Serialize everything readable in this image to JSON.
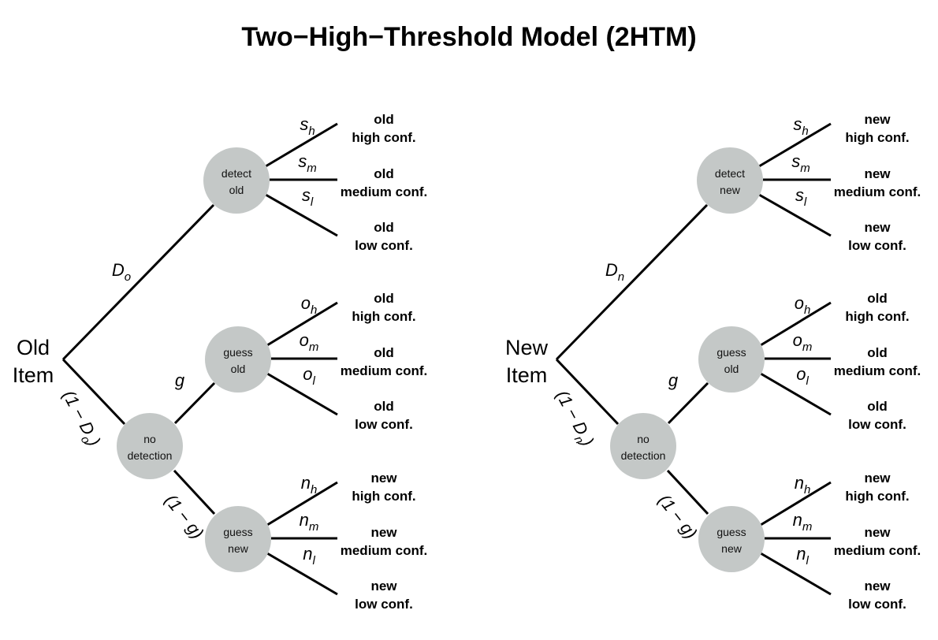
{
  "title": "Two−High−Threshold Model (2HTM)",
  "node_color": "#c4c8c7",
  "trees": [
    {
      "root_label": [
        "Old",
        "Item"
      ],
      "detect_node": [
        "detect",
        "old"
      ],
      "no_detect_node": [
        "no",
        "detection"
      ],
      "guess_old_node": [
        "guess",
        "old"
      ],
      "guess_new_node": [
        "guess",
        "new"
      ],
      "params": {
        "D": {
          "base": "D",
          "sub": "o"
        },
        "one_minus_D": {
          "prefix": "(1 − D",
          "sub": "o",
          "suffix": ")"
        },
        "g": "g",
        "one_minus_g": "(1 − g)",
        "detect_branches": [
          {
            "base": "s",
            "sub": "h"
          },
          {
            "base": "s",
            "sub": "m"
          },
          {
            "base": "s",
            "sub": "l"
          }
        ],
        "guess_old_branches": [
          {
            "base": "o",
            "sub": "h"
          },
          {
            "base": "o",
            "sub": "m"
          },
          {
            "base": "o",
            "sub": "l"
          }
        ],
        "guess_new_branches": [
          {
            "base": "n",
            "sub": "h"
          },
          {
            "base": "n",
            "sub": "m"
          },
          {
            "base": "n",
            "sub": "l"
          }
        ]
      },
      "outcomes": {
        "detect": [
          [
            "old",
            "high conf."
          ],
          [
            "old",
            "medium conf."
          ],
          [
            "old",
            "low conf."
          ]
        ],
        "guess_old": [
          [
            "old",
            "high conf."
          ],
          [
            "old",
            "medium conf."
          ],
          [
            "old",
            "low conf."
          ]
        ],
        "guess_new": [
          [
            "new",
            "high conf."
          ],
          [
            "new",
            "medium conf."
          ],
          [
            "new",
            "low conf."
          ]
        ]
      }
    },
    {
      "root_label": [
        "New",
        "Item"
      ],
      "detect_node": [
        "detect",
        "new"
      ],
      "no_detect_node": [
        "no",
        "detection"
      ],
      "guess_old_node": [
        "guess",
        "old"
      ],
      "guess_new_node": [
        "guess",
        "new"
      ],
      "params": {
        "D": {
          "base": "D",
          "sub": "n"
        },
        "one_minus_D": {
          "prefix": "(1 − D",
          "sub": "n",
          "suffix": ")"
        },
        "g": "g",
        "one_minus_g": "(1 − g)",
        "detect_branches": [
          {
            "base": "s",
            "sub": "h"
          },
          {
            "base": "s",
            "sub": "m"
          },
          {
            "base": "s",
            "sub": "l"
          }
        ],
        "guess_old_branches": [
          {
            "base": "o",
            "sub": "h"
          },
          {
            "base": "o",
            "sub": "m"
          },
          {
            "base": "o",
            "sub": "l"
          }
        ],
        "guess_new_branches": [
          {
            "base": "n",
            "sub": "h"
          },
          {
            "base": "n",
            "sub": "m"
          },
          {
            "base": "n",
            "sub": "l"
          }
        ]
      },
      "outcomes": {
        "detect": [
          [
            "new",
            "high conf."
          ],
          [
            "new",
            "medium conf."
          ],
          [
            "new",
            "low conf."
          ]
        ],
        "guess_old": [
          [
            "old",
            "high conf."
          ],
          [
            "old",
            "medium conf."
          ],
          [
            "old",
            "low conf."
          ]
        ],
        "guess_new": [
          [
            "new",
            "high conf."
          ],
          [
            "new",
            "medium conf."
          ],
          [
            "new",
            "low conf."
          ]
        ]
      }
    }
  ]
}
